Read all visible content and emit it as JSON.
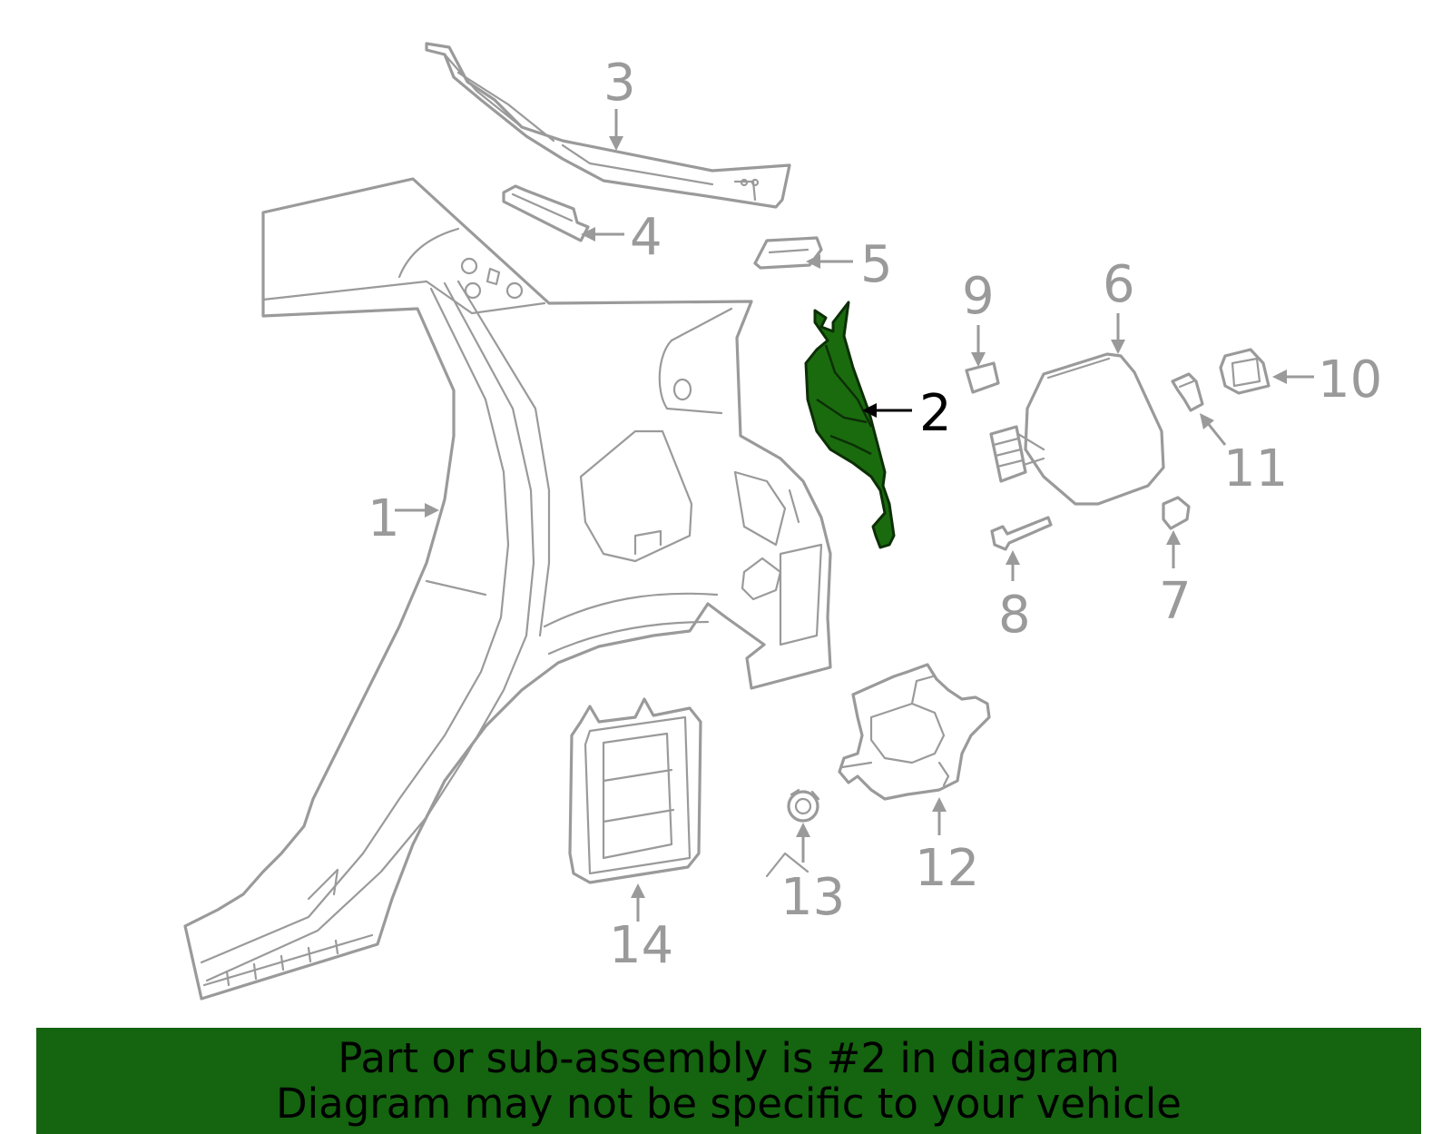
{
  "callouts": {
    "c1": "1",
    "c2": "2",
    "c3": "3",
    "c4": "4",
    "c5": "5",
    "c6": "6",
    "c7": "7",
    "c8": "8",
    "c9": "9",
    "c10": "10",
    "c11": "11",
    "c12": "12",
    "c13": "13",
    "c14": "14"
  },
  "highlighted_part": "2",
  "banner": {
    "line1": "Part or sub-assembly is #2 in diagram",
    "line2": "Diagram may not be specific to your vehicle"
  },
  "colors": {
    "part_outline": "#9a9a9a",
    "highlight_fill": "#1a6b0e",
    "banner_bg": "#156410"
  }
}
